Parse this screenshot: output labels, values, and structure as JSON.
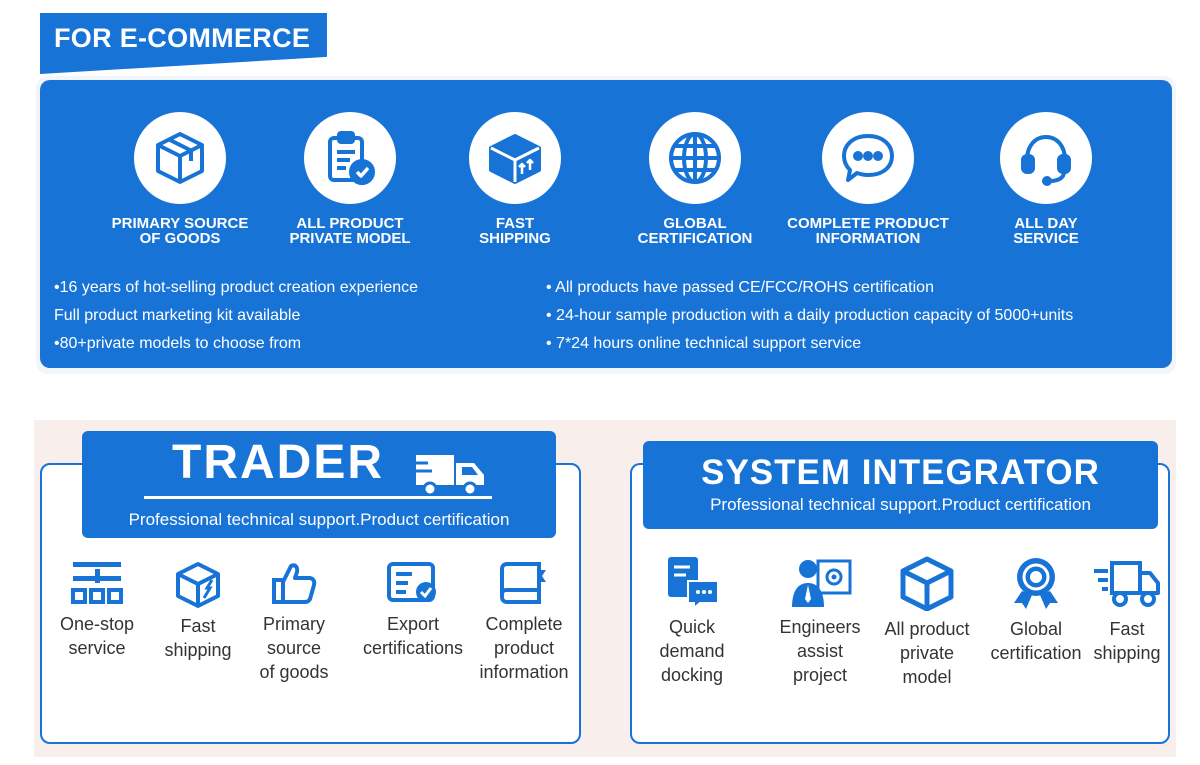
{
  "ecommerce": {
    "tab_label": "FOR E-COMMERCE",
    "features": [
      {
        "icon": "box-icon",
        "label": "PRIMARY SOURCE\nOF GOODS"
      },
      {
        "icon": "clipboard-check-icon",
        "label": "ALL PRODUCT\nPRIVATE MODEL"
      },
      {
        "icon": "package-icon",
        "label": "FAST\nSHIPPING"
      },
      {
        "icon": "globe-icon",
        "label": "GLOBAL\nCERTIFICATION"
      },
      {
        "icon": "chat-bubble-icon",
        "label": "COMPLETE PRODUCT\nINFORMATION"
      },
      {
        "icon": "headset-icon",
        "label": "ALL DAY\nSERVICE"
      }
    ],
    "bullets_left": [
      "•16 years of hot-selling product creation experience",
      " Full product marketing kit available",
      "•80+private models to choose from"
    ],
    "bullets_right": [
      "• All products have passed CE/FCC/ROHS certification",
      "• 24-hour sample production with a daily production capacity of 5000+units",
      "• 7*24 hours online technical support service"
    ]
  },
  "trader": {
    "title": "TRADER",
    "subtitle": "Professional technical support.Product certification",
    "items": [
      {
        "icon": "grid-service-icon",
        "label": "One-stop\nservice"
      },
      {
        "icon": "shipping-box-icon",
        "label": "Fast\nshipping"
      },
      {
        "icon": "thumbs-up-icon",
        "label": "Primary\nsource\nof goods"
      },
      {
        "icon": "certificate-icon",
        "label": "Export\ncertifications"
      },
      {
        "icon": "book-icon",
        "label": "Complete\nproduct\ninformation"
      }
    ]
  },
  "integrator": {
    "title": "SYSTEM INTEGRATOR",
    "subtitle": "Professional technical support.Product certification",
    "items": [
      {
        "icon": "document-chat-icon",
        "label": "Quick\ndemand\ndocking"
      },
      {
        "icon": "engineer-icon",
        "label": "Engineers\nassist\nproject"
      },
      {
        "icon": "cube-icon",
        "label": "All product\nprivate\nmodel"
      },
      {
        "icon": "award-badge-icon",
        "label": "Global\ncertification"
      },
      {
        "icon": "delivery-truck-icon",
        "label": "Fast\nshipping"
      }
    ]
  },
  "colors": {
    "brand_blue": "#1873d6",
    "white": "#ffffff",
    "text_dark": "#333333"
  }
}
